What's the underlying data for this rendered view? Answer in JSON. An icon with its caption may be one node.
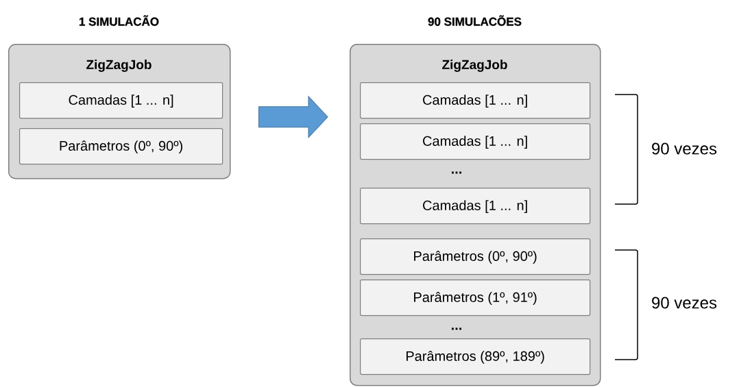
{
  "diagram": {
    "nodes": [
      {
        "text": [
          "1 SIMULACÃO",
          "ZigZagJob"
        ]
      },
      {
        "text": [
          "Camadas [1 ... n]"
        ],
        "in": 0
      },
      {
        "text": [
          "Parâmetros (0º, 90º)"
        ],
        "in": 0
      },
      {
        "text": [
          "90 SIMULACÕES",
          "ZigZagJob"
        ]
      },
      {
        "text": [
          "Camadas [1 ... n]"
        ],
        "in": 3
      },
      {
        "text": [
          "Camadas [1 ... n]"
        ],
        "in": 3
      },
      {
        "text": [
          "Camadas [1 ... n]"
        ],
        "in": 3
      },
      {
        "text": [
          "Parâmetros (0º, 90º)"
        ],
        "in": 3
      },
      {
        "text": [
          "Parâmetros (1º, 91º)"
        ],
        "in": 3
      },
      {
        "text": [
          "Parâmetros (89º, 189º)"
        ],
        "in": 3
      }
    ],
    "edges": [
      {
        "from": 0,
        "to": 3,
        "arrow": "to",
        "color": "#5b9bd5"
      }
    ],
    "labels": [
      "...",
      "...",
      "90 vezes",
      "90 vezes"
    ]
  }
}
